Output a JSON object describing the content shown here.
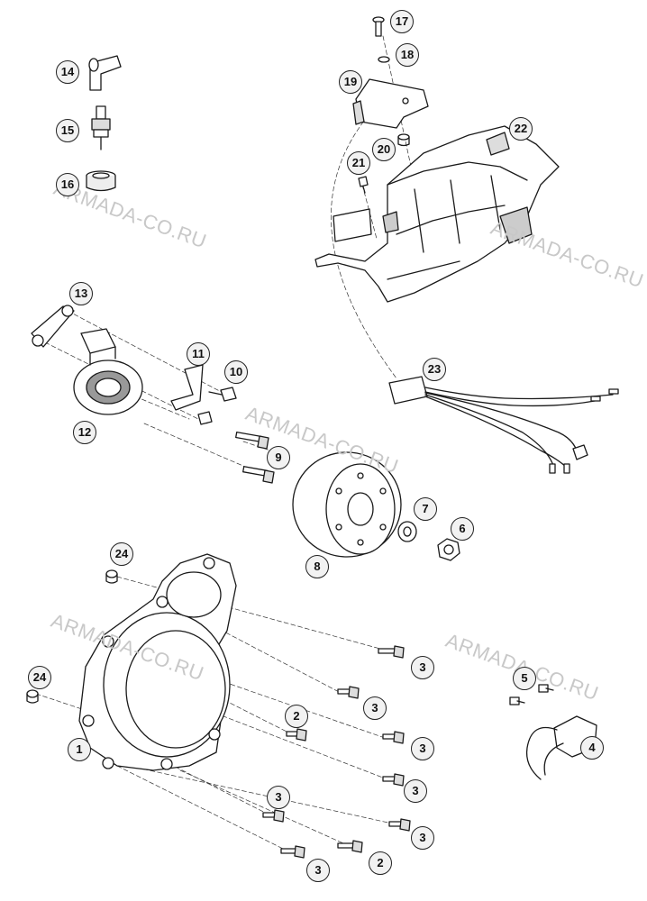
{
  "watermark": "ARMADA-CO.RU",
  "callouts": [
    "17",
    "18",
    "19",
    "20",
    "21",
    "22",
    "14",
    "15",
    "16",
    "13",
    "11",
    "10",
    "12",
    "9",
    "23",
    "8",
    "7",
    "6",
    "24",
    "24",
    "3",
    "3",
    "2",
    "3",
    "3",
    "1",
    "3",
    "3",
    "5",
    "4",
    "3",
    "2",
    "3"
  ],
  "colors": {
    "line": "#1a1a1a",
    "fill": "#ffffff",
    "shade": "#d6d6d6",
    "callout_bg": "#f2f2f2"
  }
}
